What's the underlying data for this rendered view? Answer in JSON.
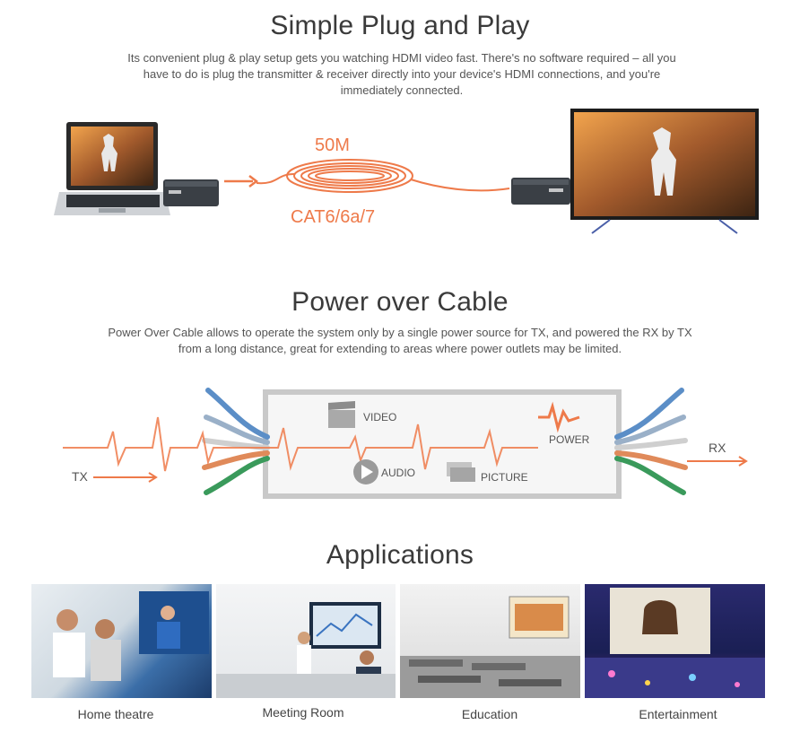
{
  "section_plug": {
    "title": "Simple Plug and Play",
    "description": "Its convenient plug & play setup gets you watching HDMI video fast. There's no software required – all you have to do is plug the transmitter & receiver directly into your device's HDMI connections, and you're immediately connected.",
    "length_label": "50M",
    "cable_label": "CAT6/6a/7"
  },
  "section_power": {
    "title": "Power over Cable",
    "description": "Power Over Cable allows to operate the system only by a single power source for TX, and powered the RX by TX from a long distance, great for extending to areas where power outlets may be limited.",
    "tx_label": "TX",
    "rx_label": "RX",
    "video_label": "VIDEO",
    "audio_label": "AUDIO",
    "picture_label": "PICTURE",
    "power_label": "POWER"
  },
  "section_apps": {
    "title": "Applications",
    "items": [
      {
        "caption": "Home theatre"
      },
      {
        "caption": "Meeting Room"
      },
      {
        "caption": "Education"
      },
      {
        "caption": "Entertainment"
      }
    ]
  },
  "colors": {
    "accent": "#ee7a4a",
    "text": "#555555",
    "title": "#3a3a3a"
  }
}
